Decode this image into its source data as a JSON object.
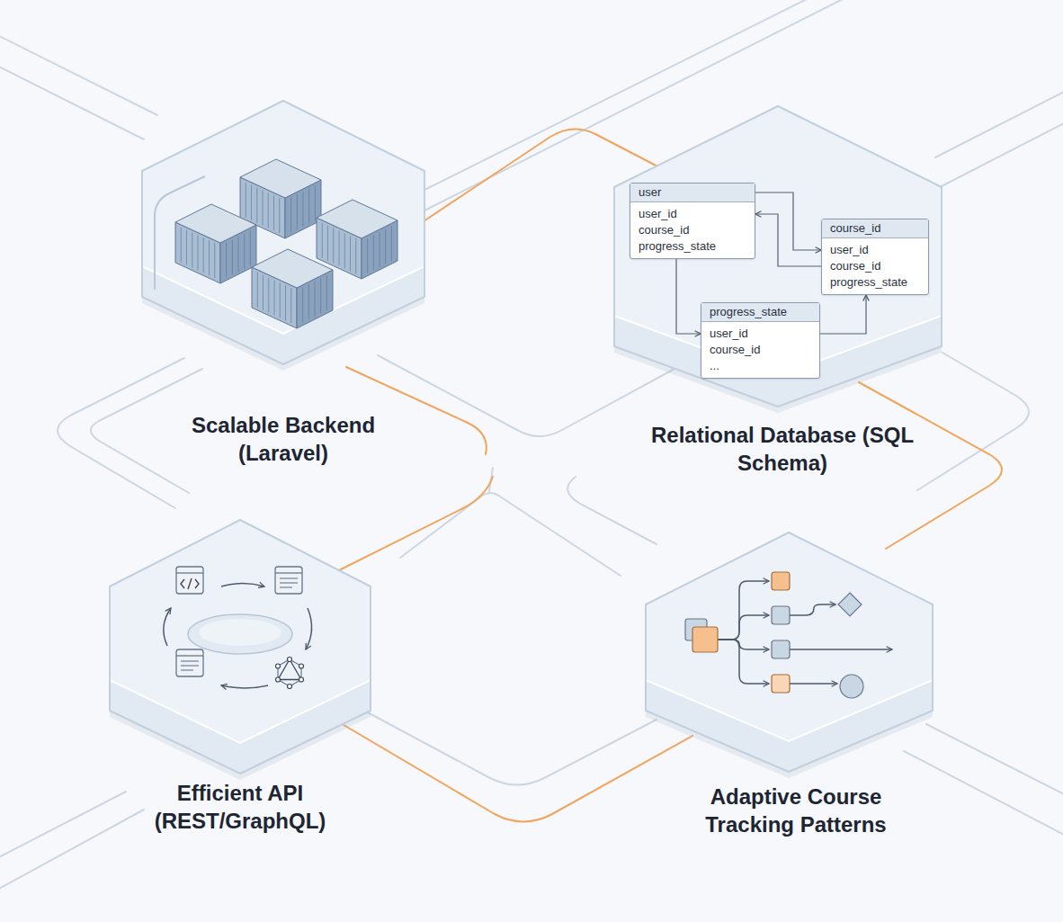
{
  "diagram": {
    "nodes": [
      {
        "text": [
          "Scalable Backend (Laravel)"
        ]
      },
      {
        "text": [
          "Relational Database (SQL Schema)"
        ]
      },
      {
        "text": [
          "user",
          "user_id",
          "course_id",
          "progress_state"
        ],
        "in": 1
      },
      {
        "text": [
          "course_id",
          "user_id",
          "course_id",
          "progress_state"
        ],
        "in": 1
      },
      {
        "text": [
          "progress_state",
          "user_id",
          "course_id",
          "..."
        ],
        "in": 1
      },
      {
        "text": [
          "Efficient API (REST/GraphQL)"
        ]
      },
      {
        "text": [
          "Adaptive Course Tracking Patterns"
        ]
      }
    ],
    "edges": [
      {
        "from": 2,
        "to": 3,
        "arrow": "to"
      },
      {
        "from": 3,
        "to": 2,
        "arrow": "to"
      },
      {
        "from": 2,
        "to": 4,
        "arrow": "to"
      },
      {
        "from": 4,
        "to": 3,
        "arrow": "to"
      }
    ]
  }
}
